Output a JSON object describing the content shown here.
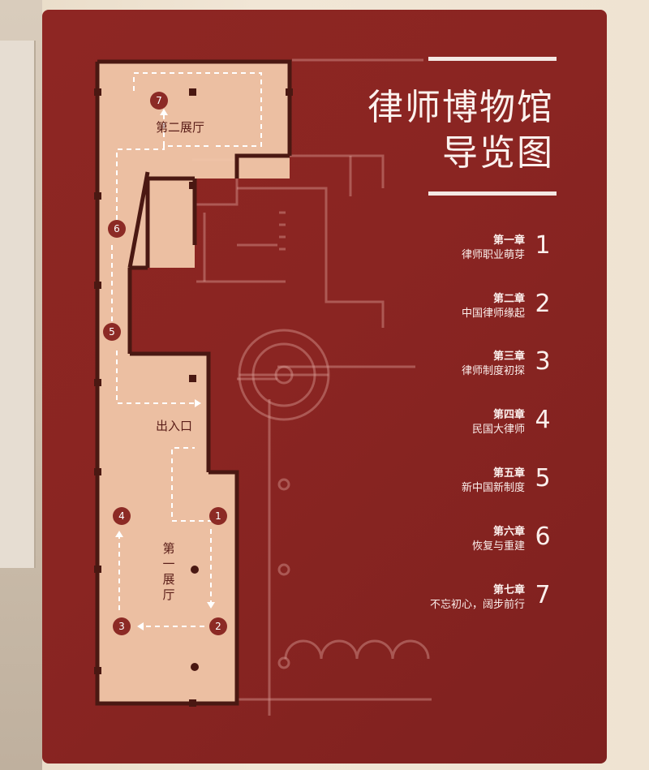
{
  "title": {
    "line1": "律师博物馆",
    "line2": "导览图"
  },
  "chapters": [
    {
      "title": "第一章",
      "name": "律师职业萌芽",
      "number": "1"
    },
    {
      "title": "第二章",
      "name": "中国律师缘起",
      "number": "2"
    },
    {
      "title": "第三章",
      "name": "律师制度初探",
      "number": "3"
    },
    {
      "title": "第四章",
      "name": "民国大律师",
      "number": "4"
    },
    {
      "title": "第五章",
      "name": "新中国新制度",
      "number": "5"
    },
    {
      "title": "第六章",
      "name": "恢复与重建",
      "number": "6"
    },
    {
      "title": "第七章",
      "name": "不忘初心，阔步前行",
      "number": "7"
    }
  ],
  "floor_plan": {
    "hall1": {
      "line1": "第",
      "line2": "一",
      "line3": "展",
      "line4": "厅"
    },
    "hall2": "第二展厅",
    "entrance": "出入口",
    "markers": [
      "1",
      "2",
      "3",
      "4",
      "5",
      "6",
      "7"
    ]
  },
  "colors": {
    "panel": "#8a2522",
    "room_fill": "#f2c9aa",
    "wall": "#4a1812",
    "marker": "#8c2a25",
    "text_light": "#fbefec"
  }
}
